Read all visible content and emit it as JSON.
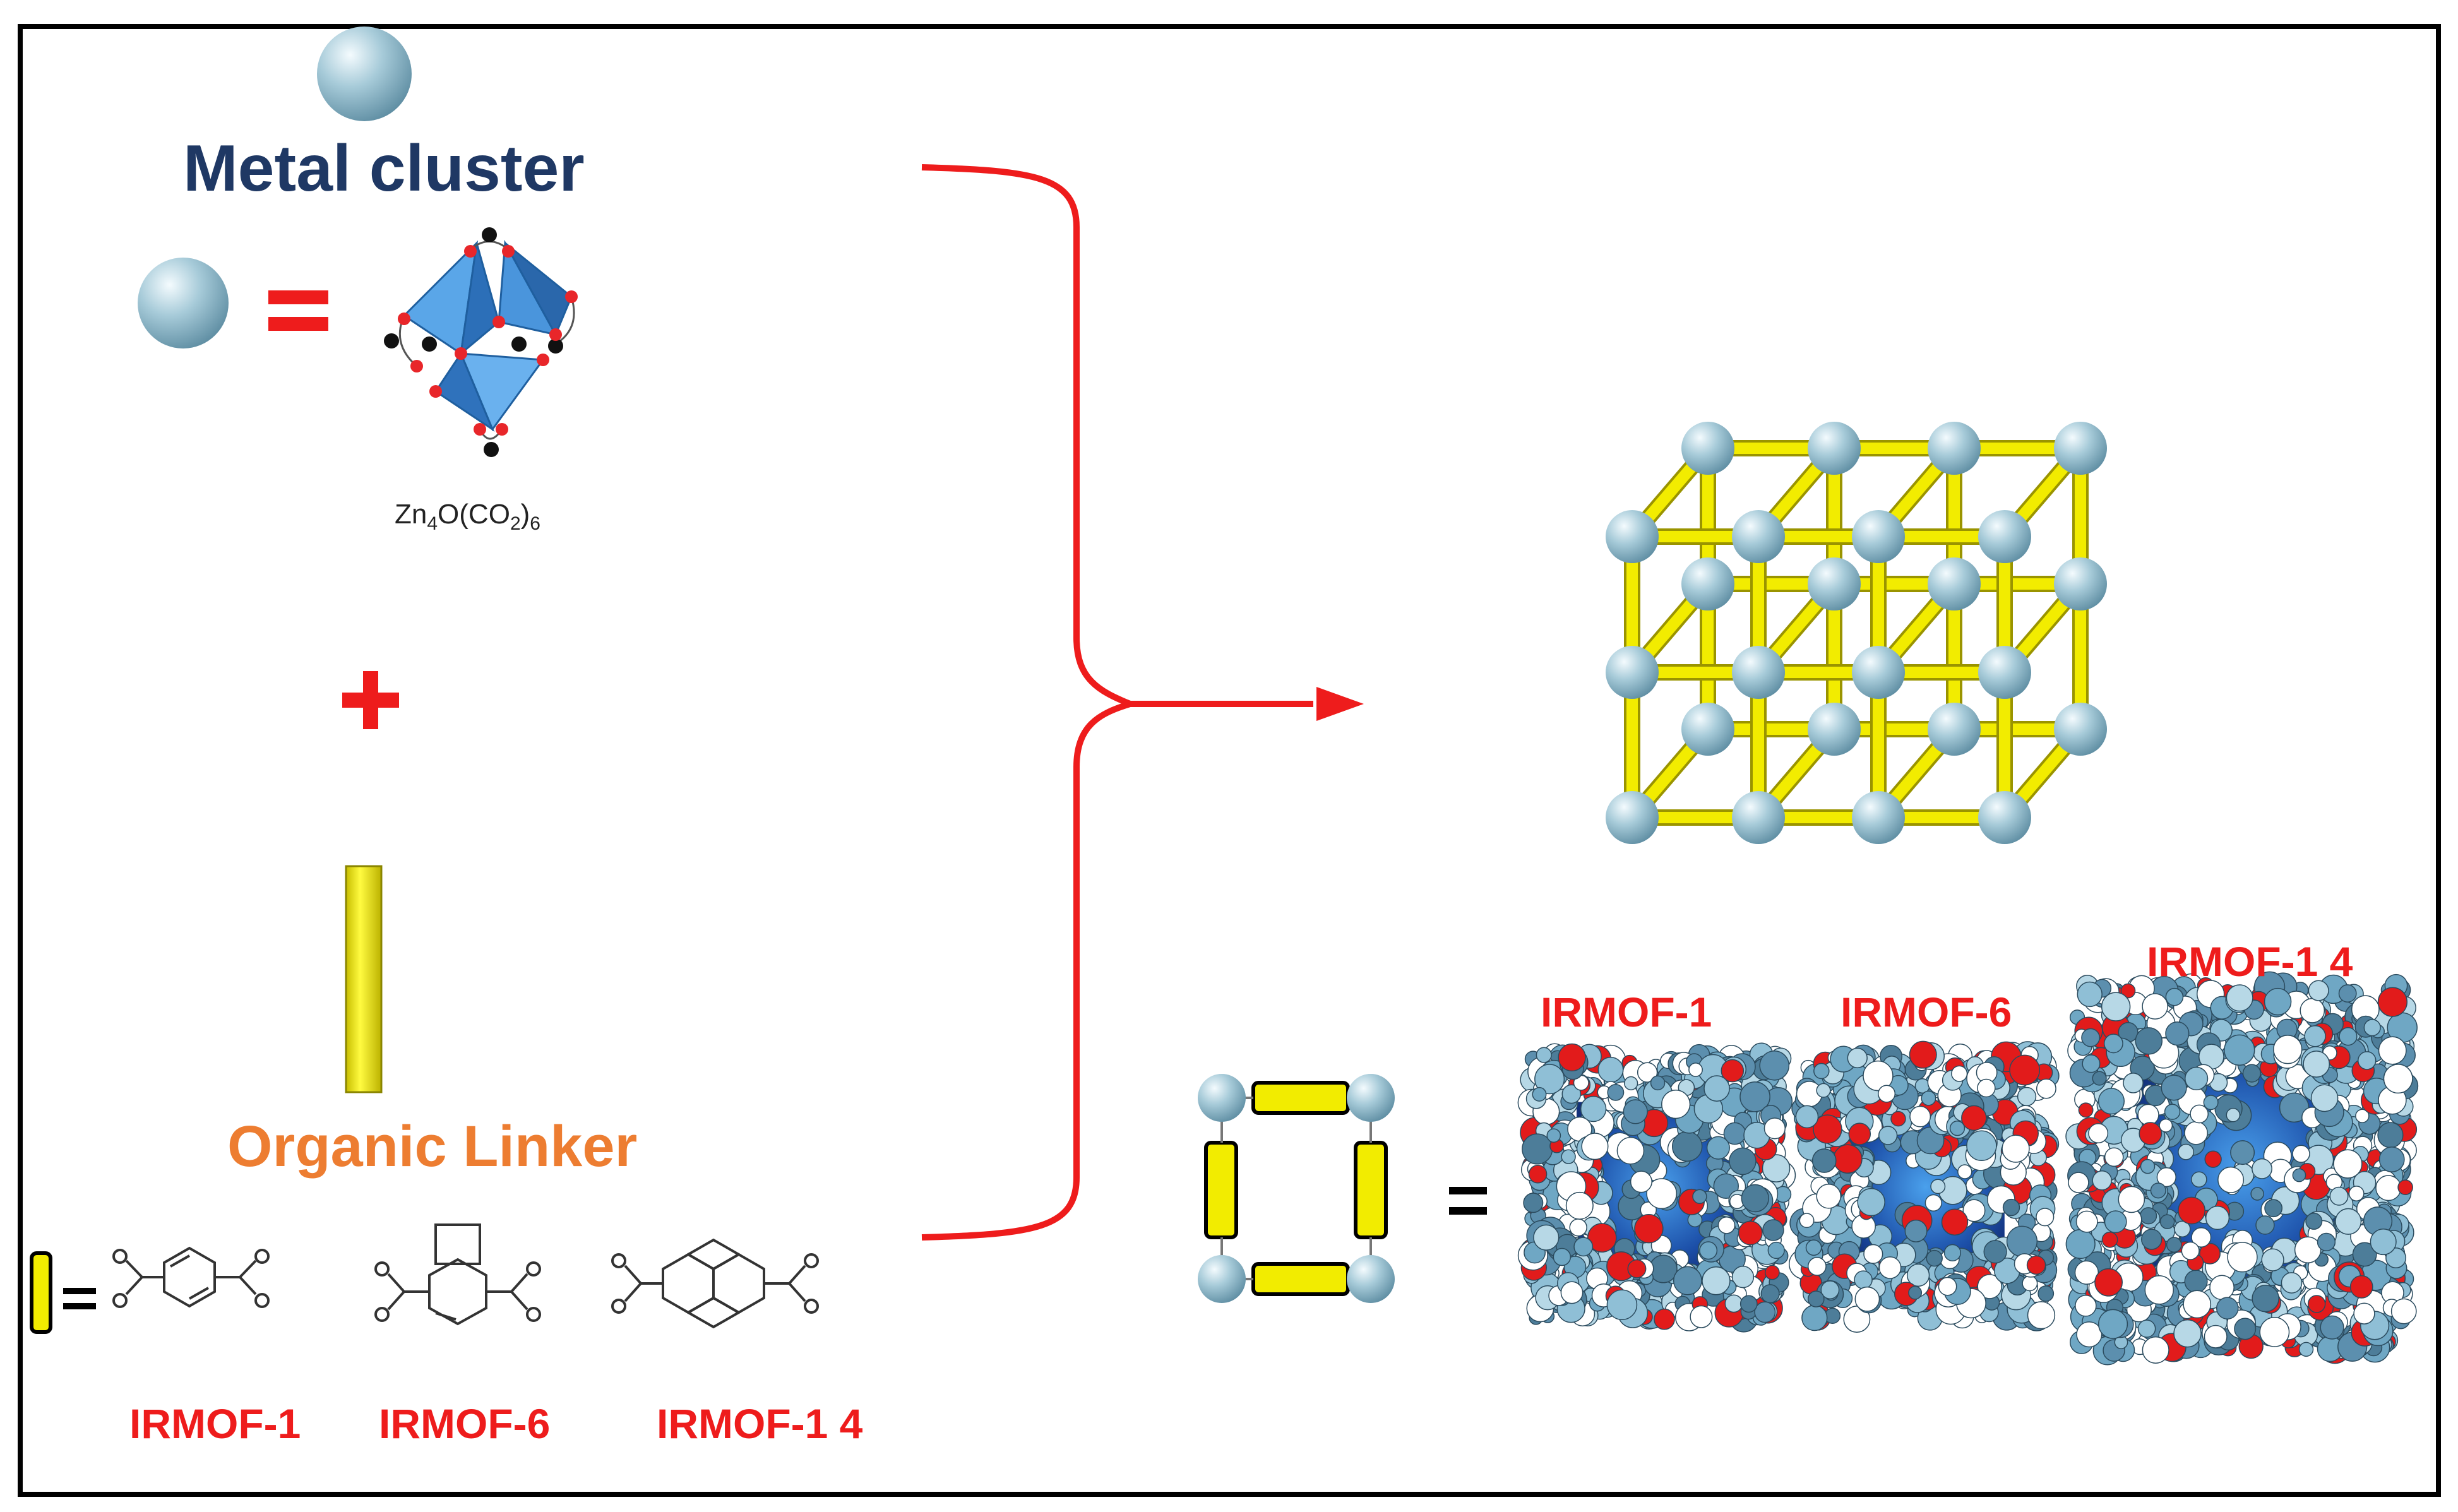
{
  "labels": {
    "metal_cluster": "Metal cluster",
    "organic_linker": "Organic Linker",
    "formula_parts": [
      "Zn",
      "4",
      "O(CO",
      "2",
      ")",
      "6"
    ],
    "linker_names": [
      "IRMOF-1",
      "IRMOF-6",
      "IRMOF-1 4"
    ],
    "framework_names": [
      "IRMOF-1",
      "IRMOF-6",
      "IRMOF-1 4"
    ],
    "equals": "=",
    "plus": "+"
  },
  "colors": {
    "border": "#000000",
    "arrow": "#ee1c1c",
    "metal_node": "#a7cbd9",
    "linker_rod": "#f2ec00",
    "metal_title": "#1f3864",
    "linker_title": "#ed7d31",
    "label_red": "#ee1c1c",
    "polyhedron": "#3f86cf",
    "cage_blue": "#1c4fa8"
  }
}
